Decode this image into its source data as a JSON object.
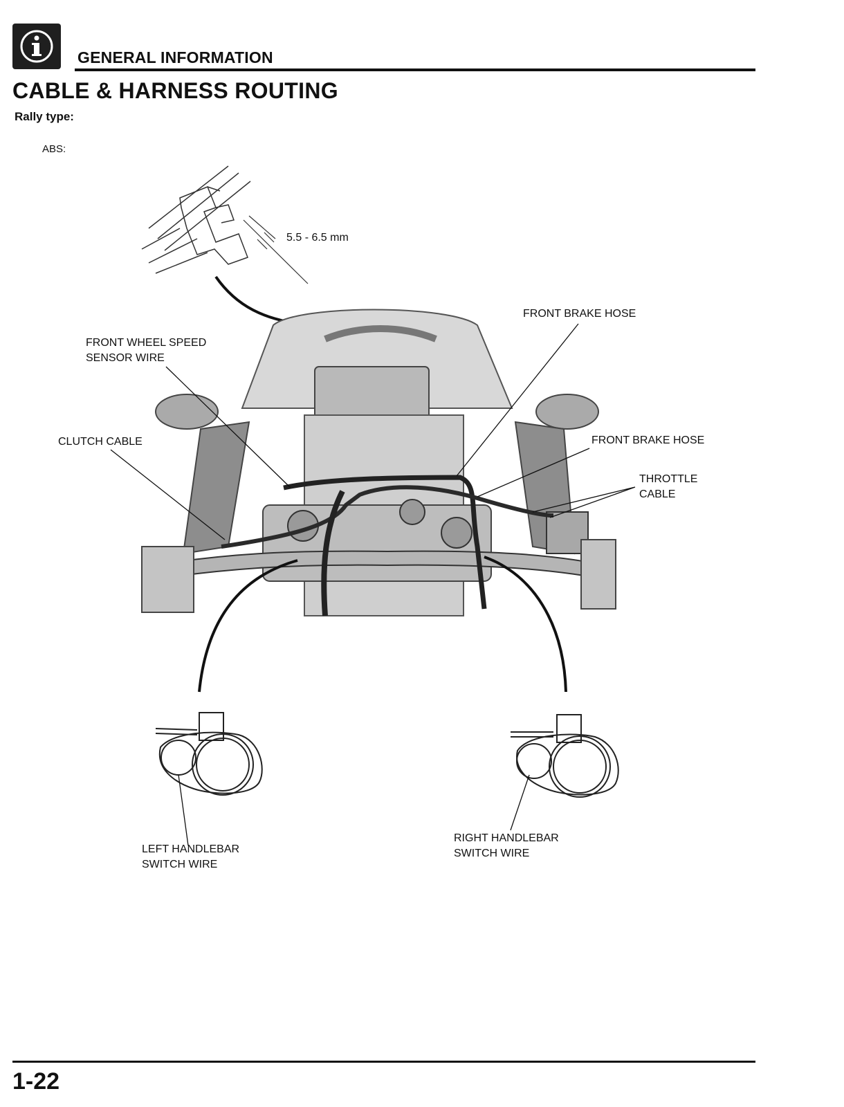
{
  "header": {
    "section": "GENERAL INFORMATION",
    "icon": "info-icon"
  },
  "title": "CABLE & HARNESS ROUTING",
  "subtitle": "Rally type:",
  "abs_label": "ABS:",
  "dimension": "5.5 - 6.5 mm",
  "callouts": {
    "front_wheel_speed_sensor_wire": "FRONT WHEEL SPEED\nSENSOR WIRE",
    "clutch_cable": "CLUTCH CABLE",
    "front_brake_hose_upper": "FRONT BRAKE HOSE",
    "front_brake_hose_lower": "FRONT BRAKE HOSE",
    "throttle_cable": "THROTTLE\nCABLE",
    "left_handlebar_switch_wire": "LEFT HANDLEBAR\nSWITCH WIRE",
    "right_handlebar_switch_wire": "RIGHT HANDLEBAR\nSWITCH WIRE"
  },
  "footer": {
    "page_number": "1-22"
  }
}
